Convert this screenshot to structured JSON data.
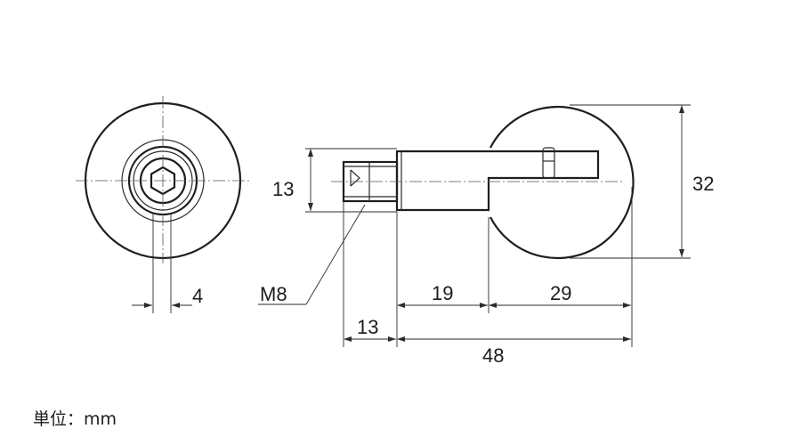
{
  "diagram": {
    "dimensions": {
      "hex_width": "4",
      "thread_height": "13",
      "thread_spec": "M8",
      "thread_length": "13",
      "shaft_length": "19",
      "knob_length": "29",
      "total_length": "48",
      "knob_diameter": "32"
    },
    "unit_label": "単位：mm"
  }
}
